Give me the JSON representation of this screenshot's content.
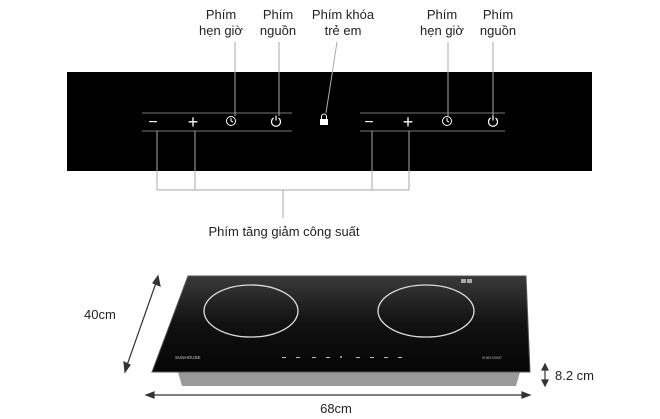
{
  "callouts": {
    "left_timer": [
      "Phím",
      "hẹn giờ"
    ],
    "left_power": [
      "Phím",
      "nguồn"
    ],
    "child_lock": [
      "Phím khóa",
      "trẻ em"
    ],
    "right_timer": [
      "Phím",
      "hẹn giờ"
    ],
    "right_power": [
      "Phím",
      "nguồn"
    ],
    "power_adjust": "Phím tăng giảm công suất"
  },
  "panel": {
    "minus_symbol": "−",
    "plus_symbol": "+"
  },
  "cooktop": {
    "brand": "SUNHOUSE",
    "model": "SHB9105MT",
    "width": "68cm",
    "depth": "40cm",
    "height": "8.2 cm"
  },
  "icons": [
    "timer-icon",
    "power-icon",
    "lock-icon",
    "minus-icon",
    "plus-icon"
  ]
}
